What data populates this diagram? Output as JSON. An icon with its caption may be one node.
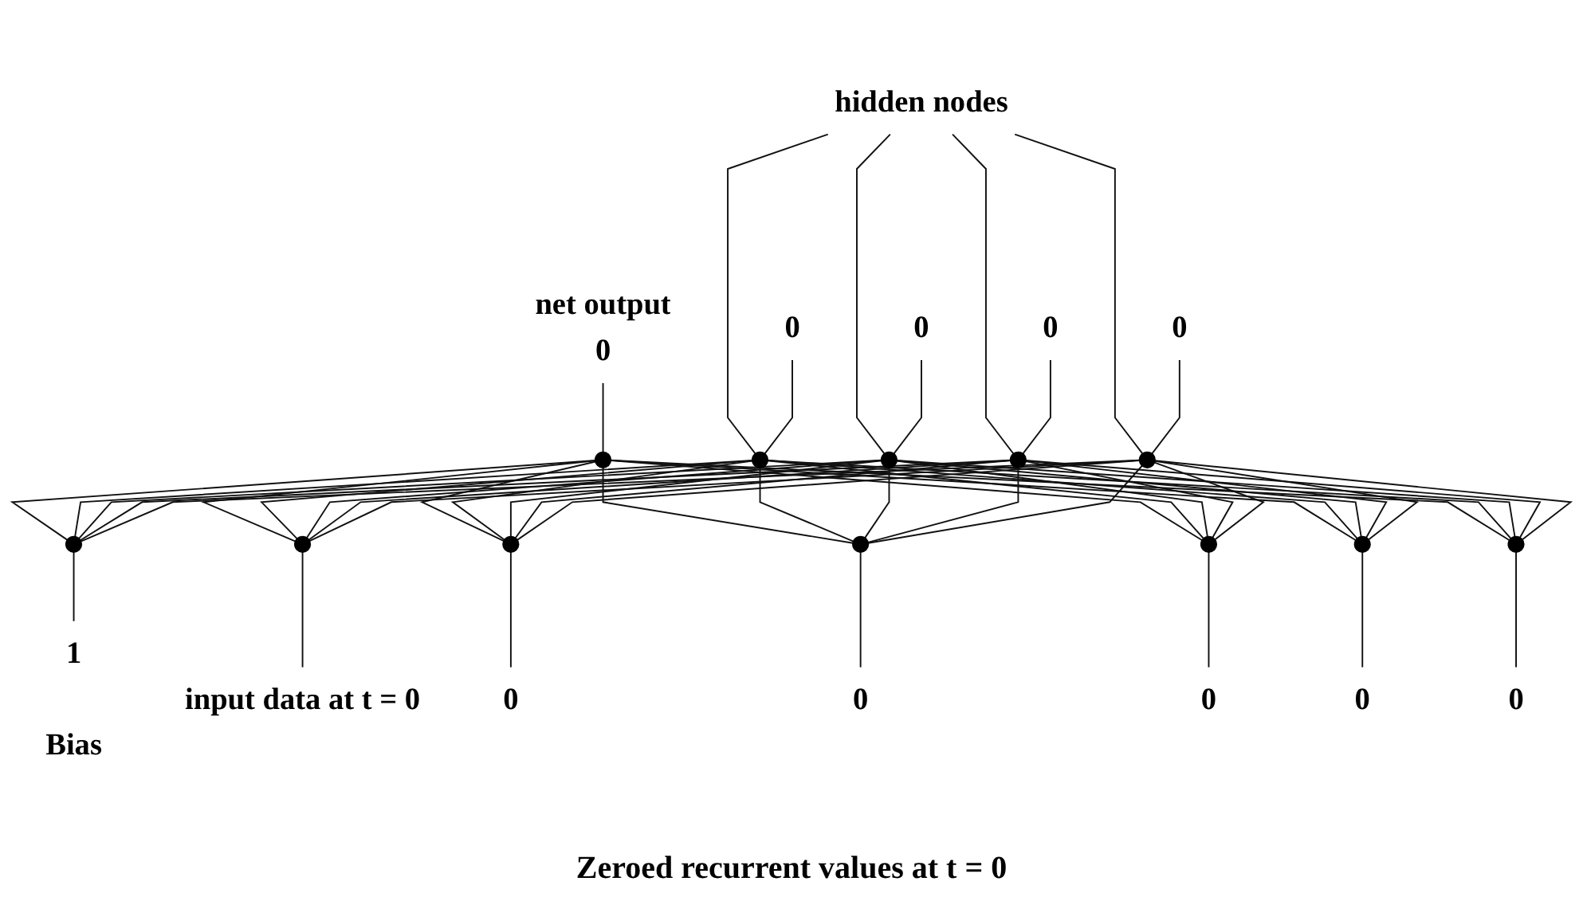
{
  "diagram": {
    "nodes": [
      {
        "text": [
          "hidden nodes"
        ]
      },
      {
        "text": [
          "0"
        ],
        "beside": [
          "net output"
        ]
      },
      {
        "text": [
          "0"
        ]
      },
      {
        "text": [
          "0"
        ]
      },
      {
        "text": [
          "0"
        ]
      },
      {
        "text": [
          "0"
        ]
      },
      {
        "text": [],
        "shape": "circle"
      },
      {
        "text": [],
        "shape": "circle"
      },
      {
        "text": [],
        "shape": "circle"
      },
      {
        "text": [],
        "shape": "circle"
      },
      {
        "text": [],
        "shape": "circle"
      },
      {
        "text": [],
        "shape": "circle"
      },
      {
        "text": [],
        "shape": "circle"
      },
      {
        "text": [],
        "shape": "circle"
      },
      {
        "text": [],
        "shape": "circle"
      },
      {
        "text": [],
        "shape": "circle"
      },
      {
        "text": [],
        "shape": "circle"
      },
      {
        "text": [],
        "shape": "circle"
      },
      {
        "text": [
          "1"
        ],
        "beside": [
          "Bias"
        ]
      },
      {
        "text": [
          "input data at t = 0"
        ]
      },
      {
        "text": [
          "0"
        ]
      },
      {
        "text": [
          "0"
        ]
      },
      {
        "text": [
          "0"
        ]
      },
      {
        "text": [
          "0"
        ]
      },
      {
        "text": [
          "0"
        ]
      }
    ],
    "edges": [
      {
        "from": 0,
        "to": 7,
        "arrow": "none"
      },
      {
        "from": 0,
        "to": 8,
        "arrow": "none"
      },
      {
        "from": 0,
        "to": 9,
        "arrow": "none"
      },
      {
        "from": 0,
        "to": 10,
        "arrow": "none"
      },
      {
        "from": 1,
        "to": 6,
        "arrow": "none"
      },
      {
        "from": 2,
        "to": 7,
        "arrow": "none"
      },
      {
        "from": 3,
        "to": 8,
        "arrow": "none"
      },
      {
        "from": 4,
        "to": 9,
        "arrow": "none"
      },
      {
        "from": 5,
        "to": 10,
        "arrow": "none"
      },
      {
        "from": 6,
        "to": 11,
        "arrow": "none"
      },
      {
        "from": 6,
        "to": 12,
        "arrow": "none"
      },
      {
        "from": 6,
        "to": 13,
        "arrow": "none"
      },
      {
        "from": 6,
        "to": 14,
        "arrow": "none"
      },
      {
        "from": 6,
        "to": 15,
        "arrow": "none"
      },
      {
        "from": 6,
        "to": 16,
        "arrow": "none"
      },
      {
        "from": 6,
        "to": 17,
        "arrow": "none"
      },
      {
        "from": 7,
        "to": 11,
        "arrow": "none"
      },
      {
        "from": 7,
        "to": 12,
        "arrow": "none"
      },
      {
        "from": 7,
        "to": 13,
        "arrow": "none"
      },
      {
        "from": 7,
        "to": 14,
        "arrow": "none"
      },
      {
        "from": 7,
        "to": 15,
        "arrow": "none"
      },
      {
        "from": 7,
        "to": 16,
        "arrow": "none"
      },
      {
        "from": 7,
        "to": 17,
        "arrow": "none"
      },
      {
        "from": 8,
        "to": 11,
        "arrow": "none"
      },
      {
        "from": 8,
        "to": 12,
        "arrow": "none"
      },
      {
        "from": 8,
        "to": 13,
        "arrow": "none"
      },
      {
        "from": 8,
        "to": 14,
        "arrow": "none"
      },
      {
        "from": 8,
        "to": 15,
        "arrow": "none"
      },
      {
        "from": 8,
        "to": 16,
        "arrow": "none"
      },
      {
        "from": 8,
        "to": 17,
        "arrow": "none"
      },
      {
        "from": 9,
        "to": 11,
        "arrow": "none"
      },
      {
        "from": 9,
        "to": 12,
        "arrow": "none"
      },
      {
        "from": 9,
        "to": 13,
        "arrow": "none"
      },
      {
        "from": 9,
        "to": 14,
        "arrow": "none"
      },
      {
        "from": 9,
        "to": 15,
        "arrow": "none"
      },
      {
        "from": 9,
        "to": 16,
        "arrow": "none"
      },
      {
        "from": 9,
        "to": 17,
        "arrow": "none"
      },
      {
        "from": 10,
        "to": 11,
        "arrow": "none"
      },
      {
        "from": 10,
        "to": 12,
        "arrow": "none"
      },
      {
        "from": 10,
        "to": 13,
        "arrow": "none"
      },
      {
        "from": 10,
        "to": 14,
        "arrow": "none"
      },
      {
        "from": 10,
        "to": 15,
        "arrow": "none"
      },
      {
        "from": 10,
        "to": 16,
        "arrow": "none"
      },
      {
        "from": 10,
        "to": 17,
        "arrow": "none"
      },
      {
        "from": 11,
        "to": 18,
        "arrow": "none"
      },
      {
        "from": 12,
        "to": 19,
        "arrow": "none"
      },
      {
        "from": 13,
        "to": 20,
        "arrow": "none"
      },
      {
        "from": 14,
        "to": 21,
        "arrow": "none"
      },
      {
        "from": 15,
        "to": 22,
        "arrow": "none"
      },
      {
        "from": 16,
        "to": 23,
        "arrow": "none"
      },
      {
        "from": 17,
        "to": 24,
        "arrow": "none"
      }
    ],
    "labels": [
      "Zeroed recurrent values at t = 0"
    ]
  }
}
